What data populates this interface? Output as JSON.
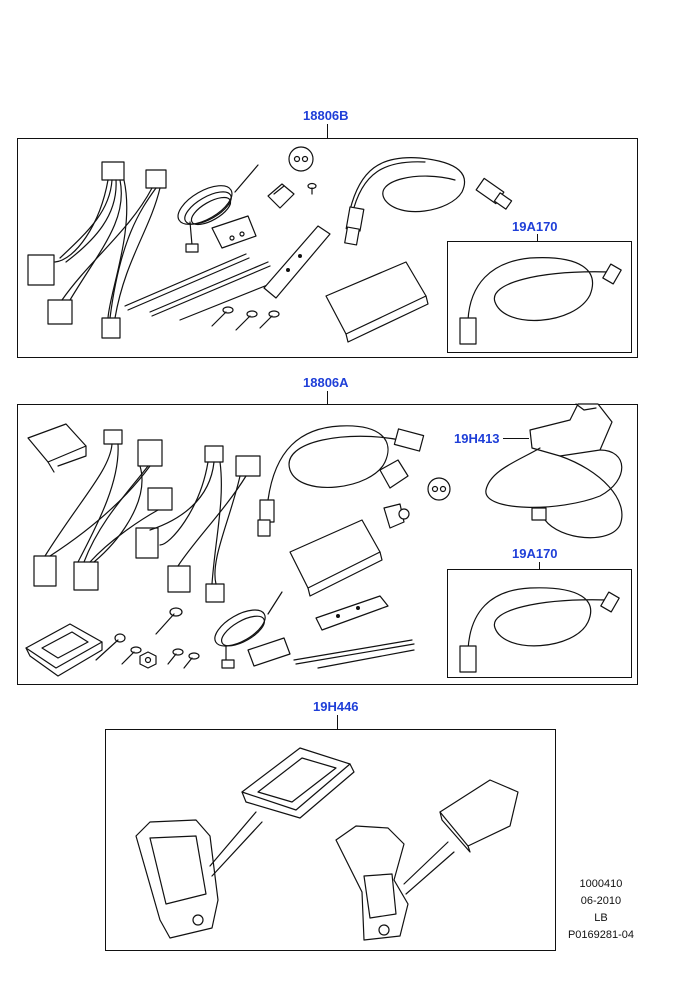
{
  "kits": [
    {
      "part": "18806B",
      "sub": "19A170"
    },
    {
      "part": "18806A",
      "sub1": "19H413",
      "sub2": "19A170"
    },
    {
      "part": "19H446"
    }
  ],
  "meta": {
    "line1": "1000410",
    "line2": "06-2010",
    "line3": "LB",
    "line4": "P0169281-04"
  }
}
